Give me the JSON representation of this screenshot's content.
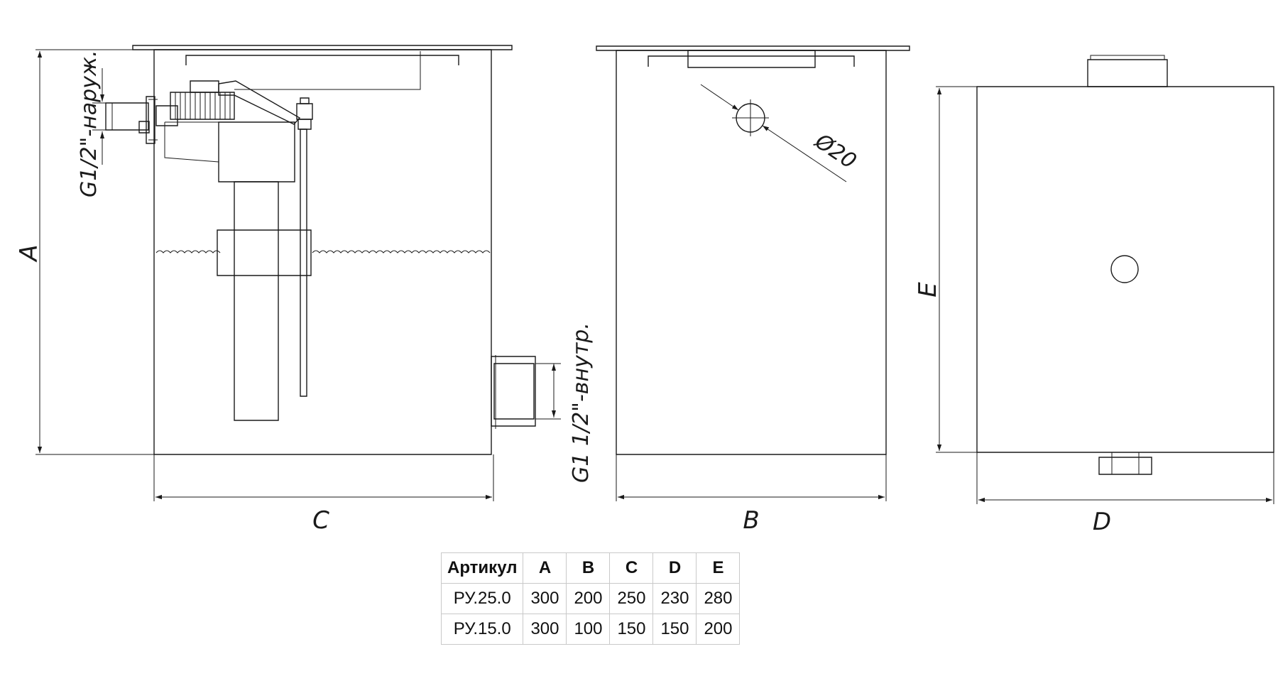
{
  "labels": {
    "dim_a": "A",
    "dim_b": "B",
    "dim_c": "C",
    "dim_d": "D",
    "dim_e": "E",
    "inlet_thread": "G1/2\"-наруж.",
    "outlet_thread": "G1 1/2\"-внутр.",
    "hole_diameter": "Ø20"
  },
  "table": {
    "headers": [
      "Артикул",
      "A",
      "B",
      "C",
      "D",
      "E"
    ],
    "rows": [
      [
        "РУ.25.0",
        "300",
        "200",
        "250",
        "230",
        "280"
      ],
      [
        "РУ.15.0",
        "300",
        "100",
        "150",
        "150",
        "200"
      ]
    ]
  },
  "colors": {
    "line": "#1a1a1a",
    "table_border": "#c9c9c9",
    "background": "#ffffff"
  }
}
